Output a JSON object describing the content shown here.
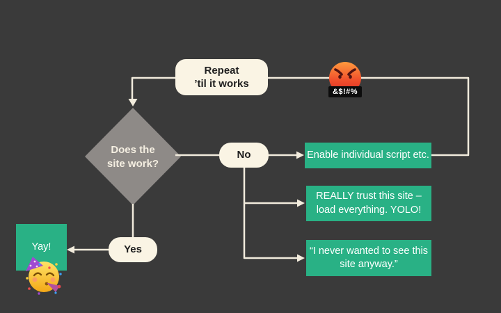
{
  "canvas": {
    "background": "#3a3a3a",
    "connector_color": "#f2ecdd"
  },
  "palette": {
    "green": "#29b185",
    "cream": "#faf4e4",
    "diamond_gray": "#8e8a87",
    "dark_text": "#1f1f1f",
    "light_text": "#ffffff"
  },
  "flowchart": {
    "repeat_node": {
      "line1": "Repeat",
      "line2": "’til it works"
    },
    "decision_diamond": {
      "line1": "Does the",
      "line2": "site work?"
    },
    "no_pill": {
      "label": "No"
    },
    "yes_pill": {
      "label": "Yes"
    },
    "outcome_enable": {
      "label": "Enable individual script etc."
    },
    "outcome_trust": {
      "line1": "REALLY trust this site –",
      "line2": "load everything. YOLO!"
    },
    "outcome_never": {
      "line1": "“I never wanted to see this",
      "line2": "site anyway.”"
    },
    "yay_node": {
      "label": "Yay!"
    },
    "swear_badge": {
      "text": "&$!#%"
    },
    "icons": {
      "angry": "face-with-symbols-on-mouth-emoji",
      "party": "partying-face-emoji"
    }
  }
}
